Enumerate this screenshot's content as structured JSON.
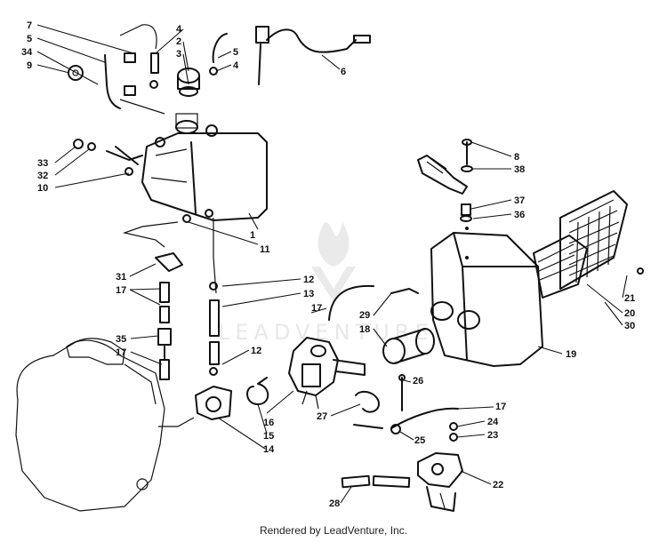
{
  "footer": {
    "credit": "Rendered by LeadVenture, Inc."
  },
  "watermark": {
    "text": "LEADVENTURE"
  },
  "callouts": [
    "7",
    "5",
    "34",
    "9",
    "4",
    "2",
    "3",
    "5",
    "4",
    "6",
    "33",
    "32",
    "10",
    "8",
    "38",
    "37",
    "36",
    "1",
    "11",
    "31",
    "17",
    "12",
    "13",
    "17",
    "35",
    "17",
    "12",
    "29",
    "18",
    "21",
    "20",
    "30",
    "19",
    "26",
    "17",
    "27",
    "24",
    "23",
    "25",
    "16",
    "15",
    "14",
    "22",
    "28"
  ]
}
